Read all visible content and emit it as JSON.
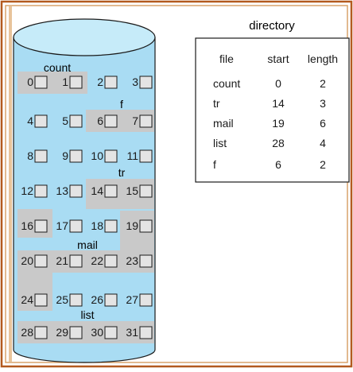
{
  "colors": {
    "frame_outer": "#b35a1f",
    "frame_inner": "#d9a36b",
    "cylinder_fill": "#a9dcf3",
    "cylinder_top": "#c6ebf9",
    "highlight": "#c9c9c9",
    "block_fill": "#e4e4e4",
    "ink": "#1a1a1a"
  },
  "disk": {
    "blocks": [
      0,
      1,
      2,
      3,
      4,
      5,
      6,
      7,
      8,
      9,
      10,
      11,
      12,
      13,
      14,
      15,
      16,
      17,
      18,
      19,
      20,
      21,
      22,
      23,
      24,
      25,
      26,
      27,
      28,
      29,
      30,
      31
    ],
    "files": [
      {
        "label": "count",
        "blocks": [
          0,
          1
        ]
      },
      {
        "label": "f",
        "blocks": [
          6,
          7
        ]
      },
      {
        "label": "tr",
        "blocks": [
          14,
          15,
          16
        ]
      },
      {
        "label": "mail",
        "blocks": [
          19,
          20,
          21,
          22,
          23,
          24
        ]
      },
      {
        "label": "list",
        "blocks": [
          28,
          29,
          30,
          31
        ]
      }
    ]
  },
  "directory": {
    "title": "directory",
    "headers": [
      "file",
      "start",
      "length"
    ],
    "rows": [
      [
        "count",
        "0",
        "2"
      ],
      [
        "tr",
        "14",
        "3"
      ],
      [
        "mail",
        "19",
        "6"
      ],
      [
        "list",
        "28",
        "4"
      ],
      [
        "f",
        "6",
        "2"
      ]
    ]
  }
}
